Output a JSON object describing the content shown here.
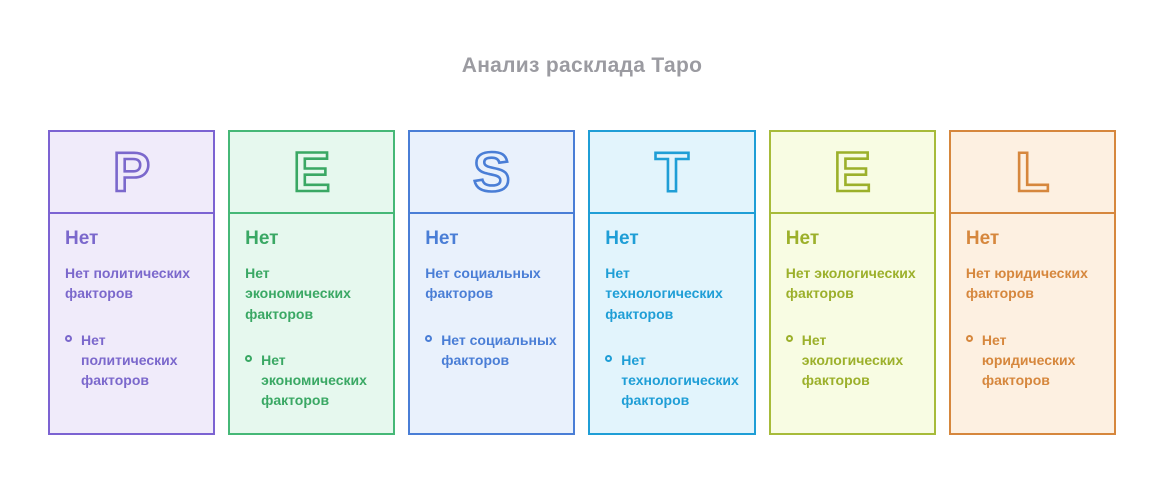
{
  "title": "Анализ расклада Таро",
  "columns": [
    {
      "letter": "P",
      "heading": "Нет",
      "description": "Нет политических факторов",
      "bullets": [
        "Нет политических факторов"
      ],
      "colors": {
        "accent": "#7b68cc",
        "background": "#f0ebfa",
        "border": "#7c63d2"
      }
    },
    {
      "letter": "E",
      "heading": "Нет",
      "description": "Нет экономических факторов",
      "bullets": [
        "Нет экономических факторов"
      ],
      "colors": {
        "accent": "#3aa864",
        "background": "#e6f8ee",
        "border": "#46b877"
      }
    },
    {
      "letter": "S",
      "heading": "Нет",
      "description": "Нет социальных факторов",
      "bullets": [
        "Нет социальных факторов"
      ],
      "colors": {
        "accent": "#4a7ed6",
        "background": "#e9f1fc",
        "border": "#4a7ed6"
      }
    },
    {
      "letter": "T",
      "heading": "Нет",
      "description": "Нет технологических факторов",
      "bullets": [
        "Нет технологических факторов"
      ],
      "colors": {
        "accent": "#1f9ed6",
        "background": "#e2f4fc",
        "border": "#1f9ed6"
      }
    },
    {
      "letter": "E",
      "heading": "Нет",
      "description": "Нет экологических факторов",
      "bullets": [
        "Нет экологических факторов"
      ],
      "colors": {
        "accent": "#9cb02b",
        "background": "#f8fce3",
        "border": "#a7bb3a"
      }
    },
    {
      "letter": "L",
      "heading": "Нет",
      "description": "Нет юридических факторов",
      "bullets": [
        "Нет юридических факторов"
      ],
      "colors": {
        "accent": "#d6873d",
        "background": "#fdf0e1",
        "border": "#d6873d"
      }
    }
  ]
}
